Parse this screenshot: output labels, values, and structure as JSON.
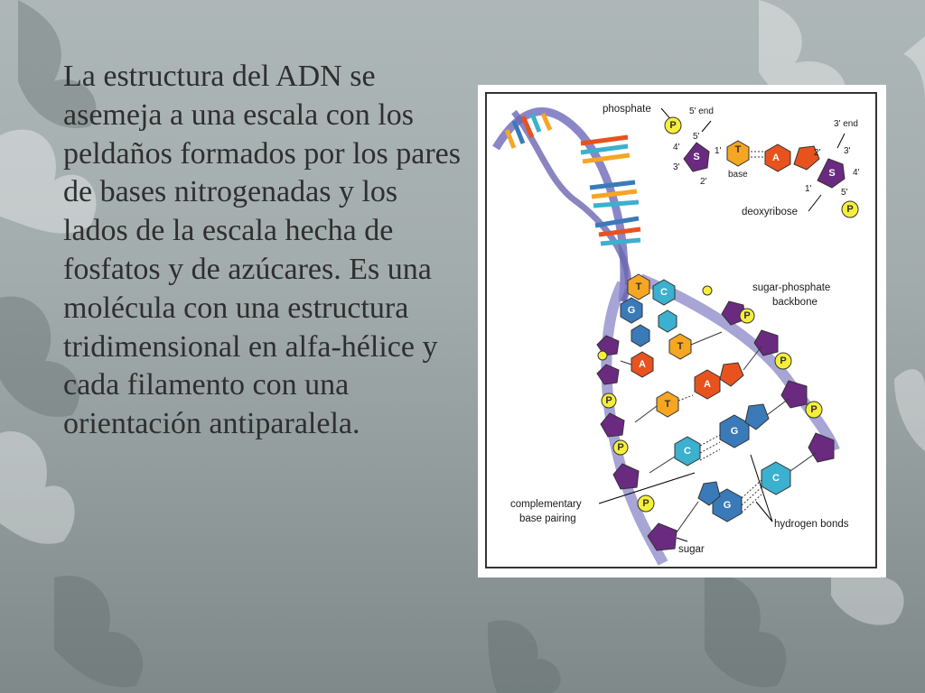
{
  "slide": {
    "paragraph": "La estructura del ADN se asemeja a una escala con los peldaños formados por los pares de bases nitrogenadas y los lados de la escala hecha de fosfatos y de azúcares. Es una molécula con una estructura tridimensional en alfa-hélice y cada filamento con una orientación antiparalela."
  },
  "diagram": {
    "labels": {
      "phosphate": "phosphate",
      "five_end": "5' end",
      "three_end": "3' end",
      "base": "base",
      "deoxyribose": "deoxyribose",
      "backbone_line1": "sugar-phosphate",
      "backbone_line2": "backbone",
      "complementary_line1": "complementary",
      "complementary_line2": "base pairing",
      "hydrogen_bonds": "hydrogen bonds",
      "sugar": "sugar"
    },
    "primes": {
      "five": "5'",
      "four": "4'",
      "three": "3'",
      "two": "2'",
      "one": "1'"
    },
    "glyphs": {
      "phosphate": "P",
      "sugar": "S",
      "adenine": "A",
      "thymine": "T",
      "guanine": "G",
      "cytosine": "C"
    },
    "colors": {
      "phosphate": "#f6ef3a",
      "sugar": "#6a2a80",
      "adenine": "#e8521e",
      "thymine": "#f5a623",
      "guanine": "#3a7ab8",
      "cytosine": "#3bb0cf",
      "backbone_ribbon": "#8a86c8"
    }
  }
}
